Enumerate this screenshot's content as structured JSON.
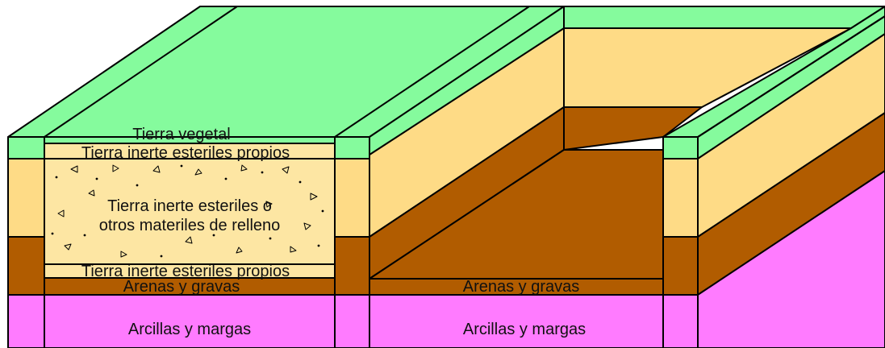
{
  "colors": {
    "topsoil": "#85fb9d",
    "sand": "#fedb86",
    "brown": "#b15c00",
    "clay": "#ff7bff",
    "fill": "#fde6a3",
    "outline": "#000000"
  },
  "labels": {
    "topsoil": "Tierra vegetal",
    "inert_top": "Tierra inerte esteriles propios",
    "fill_line1": "Tierra inerte esteriles o",
    "fill_line2": "otros materiles de relleno",
    "inert_bottom": "Tierra inerte esteriles propios",
    "gravel_left": "Arenas y gravas",
    "gravel_center": "Arenas y gravas",
    "clay_left": "Arcillas y margas",
    "clay_center": "Arcillas y margas"
  }
}
